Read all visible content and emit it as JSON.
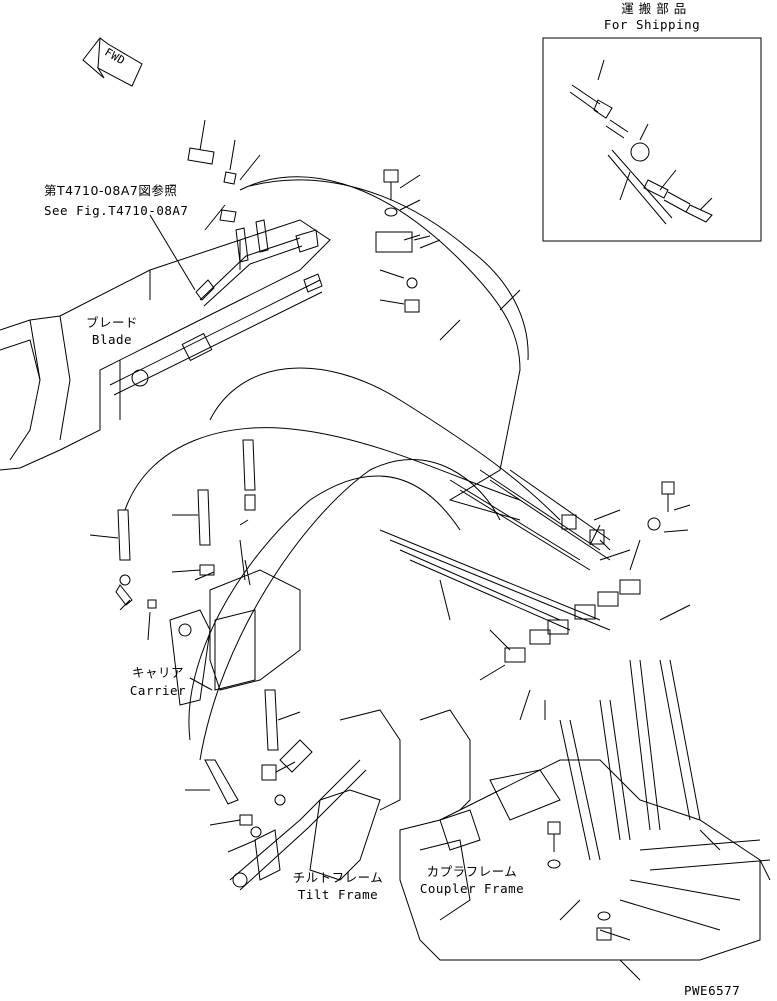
{
  "labels": {
    "shipping_jp": "運 搬 部 品",
    "shipping_en": "For Shipping",
    "fwd": "FWD",
    "ref_jp": "第T4710-08A7図参照",
    "ref_en": "See Fig.T4710-08A7",
    "blade_jp": "ブレード",
    "blade_en": "Blade",
    "carrier_jp": "キャリア",
    "carrier_en": "Carrier",
    "tilt_jp": "チルトフレーム",
    "tilt_en": "Tilt Frame",
    "coupler_jp": "カプラフレーム",
    "coupler_en": "Coupler Frame",
    "drawing_no": "PWE6577"
  }
}
